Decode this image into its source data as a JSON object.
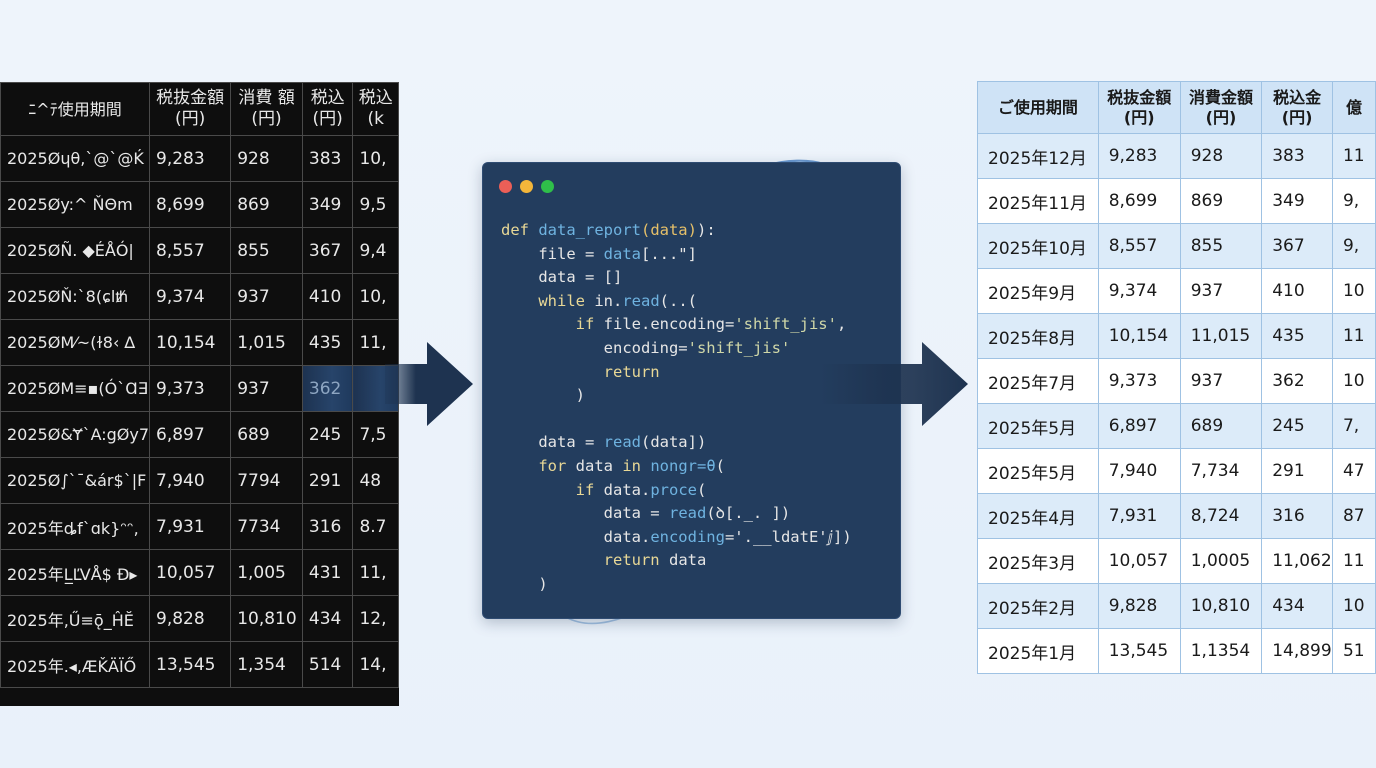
{
  "garbled_table": {
    "headers": [
      "ﾆ^ﾃ使用期間",
      "税抜金額\n(円)",
      "消費 額\n(円)",
      "税込\n(円)",
      "税込\n(k"
    ],
    "rows": [
      [
        "2025Øɥθ,`@`@Ḱ",
        "9,283",
        "928",
        "383",
        "10,"
      ],
      [
        "2025Øy:^      ŇΘm",
        "8,699",
        "869",
        "349",
        "9,5"
      ],
      [
        "2025ØÑ. ◆ÉÅÓ|",
        "8,557",
        "855",
        "367",
        "9,4"
      ],
      [
        "2025ØŇ:`8(ɕlᵺ",
        "9,374",
        "937",
        "410",
        "10,"
      ],
      [
        "2025ØM⁄~(ɫ8‹ ∆",
        "10,154",
        "1,015",
        "435",
        "11,"
      ],
      [
        "2025ØM≡▪(Ó`Ɑ∃",
        "9,373",
        "937",
        "362",
        ""
      ],
      [
        "2025Ø&Ɏ`A:gØy7",
        "6,897",
        "689",
        "245",
        "7,5"
      ],
      [
        "2025Ø∫`ˉ&ár$`|F",
        "7,940",
        "7794",
        "291",
        "48"
      ],
      [
        "2025年ȡf`ɑk}ᵔᵔ,",
        "7,931",
        "7734",
        "316",
        "8.7"
      ],
      [
        "2025年L̲ĽVÅ$ Ð▸",
        "10,057",
        "1,005",
        "431",
        "11,"
      ],
      [
        "2025年,Ű≡ǭ_ĤĔ",
        "9,828",
        "10,810",
        "434",
        "12,"
      ],
      [
        "2025年.◂,ÆǨÄÏŐ",
        "13,545",
        "1,354",
        "514",
        "14,"
      ]
    ],
    "highlighted_row": 5
  },
  "code_window": {
    "traffic_lights": {
      "close": "#ec5f57",
      "minimize": "#f4b63a",
      "maximize": "#2fbf4a"
    },
    "lines": [
      [
        [
          "kw",
          "def "
        ],
        [
          "fn",
          "data_report"
        ],
        [
          "pa",
          "(data)"
        ],
        [
          "",
          "):"
        ]
      ],
      [
        [
          "",
          "    file = "
        ],
        [
          "fn",
          "data"
        ],
        [
          "",
          "[...\"]"
        ]
      ],
      [
        [
          "",
          "    data = []"
        ]
      ],
      [
        [
          "kw",
          "    while "
        ],
        [
          "",
          "in."
        ],
        [
          "fn",
          "read"
        ],
        [
          "",
          "(..("
        ]
      ],
      [
        [
          "kw",
          "        if "
        ],
        [
          "",
          "file.encoding="
        ],
        [
          "st",
          "'shift_jis'"
        ],
        [
          "",
          ","
        ]
      ],
      [
        [
          "",
          "           encoding="
        ],
        [
          "st",
          "'shift_jis'"
        ]
      ],
      [
        [
          "kw",
          "           return"
        ]
      ],
      [
        [
          "",
          "        )"
        ]
      ],
      [
        [
          "",
          ""
        ]
      ],
      [
        [
          "",
          "    data = "
        ],
        [
          "fn",
          "read"
        ],
        [
          "",
          "(data])"
        ]
      ],
      [
        [
          "kw",
          "    for "
        ],
        [
          "",
          "data "
        ],
        [
          "kw",
          "in "
        ],
        [
          "fn",
          "nongr=θ"
        ],
        [
          "",
          "("
        ]
      ],
      [
        [
          "kw",
          "        if "
        ],
        [
          "",
          "data."
        ],
        [
          "fn",
          "proce"
        ],
        [
          "",
          "("
        ]
      ],
      [
        [
          "",
          "           data = "
        ],
        [
          "fn",
          "read"
        ],
        [
          "",
          "(ꝺ[._. ])"
        ]
      ],
      [
        [
          "",
          "           data."
        ],
        [
          "fn",
          "encoding"
        ],
        [
          "",
          "='.__ldatE'ⅉ])"
        ]
      ],
      [
        [
          "kw",
          "           return "
        ],
        [
          "",
          "data"
        ]
      ],
      [
        [
          "",
          "    )"
        ]
      ]
    ]
  },
  "clean_table": {
    "headers": [
      "ご使用期間",
      "税抜金額\n(円)",
      "消費金額\n(円)",
      "税込金\n(円)",
      "億"
    ],
    "rows": [
      [
        "2025年12月",
        "9,283",
        "928",
        "383",
        "11"
      ],
      [
        "2025年11月",
        "8,699",
        "869",
        "349",
        "9,"
      ],
      [
        "2025年10月",
        "8,557",
        "855",
        "367",
        "9,"
      ],
      [
        "2025年9月",
        "9,374",
        "937",
        "410",
        "10"
      ],
      [
        "2025年8月",
        "10,154",
        "11,015",
        "435",
        "11"
      ],
      [
        "2025年7月",
        "9,373",
        "937",
        "362",
        "10"
      ],
      [
        "2025年5月",
        "6,897",
        "689",
        "245",
        "7,"
      ],
      [
        "2025年5月",
        "7,940",
        "7,734",
        "291",
        "47"
      ],
      [
        "2025年4月",
        "7,931",
        "8,724",
        "316",
        "87"
      ],
      [
        "2025年3月",
        "10,057",
        "1,0005",
        "11,062",
        "11"
      ],
      [
        "2025年2月",
        "9,828",
        "10,810",
        "434",
        "10"
      ],
      [
        "2025年1月",
        "13,545",
        "1,1354",
        "14,899",
        "51"
      ]
    ]
  },
  "colors": {
    "background": "#eef4fb",
    "garbled_bg": "#0e0e0e",
    "code_bg": "#233d5e",
    "arrow": "#1e3350",
    "orbit": "#5b8fcb",
    "clean_header_bg": "#cfe3f6",
    "clean_row_alt": "#dcebf9"
  },
  "icons": {
    "left_arrow": "arrow-right-icon",
    "right_arrow": "arrow-right-icon"
  }
}
